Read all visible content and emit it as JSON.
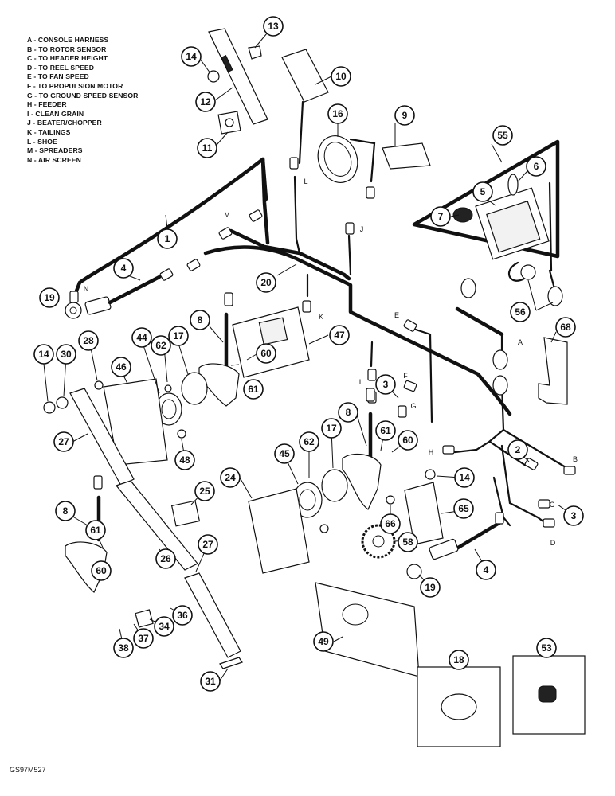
{
  "legend": [
    "A - CONSOLE HARNESS",
    "B - TO ROTOR SENSOR",
    "C - TO HEADER HEIGHT",
    "D - TO REEL SPEED",
    "E - TO FAN SPEED",
    "F - TO PROPULSION MOTOR",
    "G - TO GROUND SPEED SENSOR",
    "H - FEEDER",
    "I - CLEAN GRAIN",
    "J - BEATER/CHOPPER",
    "K - TAILINGS",
    "L - SHOE",
    "M - SPREADERS",
    "N - AIR SCREEN"
  ],
  "figure_code": "GS97M527",
  "callouts": [
    "13",
    "14",
    "12",
    "11",
    "10",
    "16",
    "9",
    "55",
    "6",
    "5",
    "7",
    "1",
    "4",
    "20",
    "19",
    "56",
    "68",
    "8",
    "47",
    "14",
    "30",
    "28",
    "46",
    "44",
    "62",
    "17",
    "60",
    "61",
    "27",
    "48",
    "3",
    "8",
    "61",
    "60",
    "2",
    "62",
    "17",
    "45",
    "24",
    "25",
    "14",
    "3",
    "65",
    "66",
    "58",
    "8",
    "61",
    "26",
    "60",
    "27",
    "36",
    "34",
    "37",
    "38",
    "31",
    "4",
    "19",
    "49",
    "18",
    "53"
  ],
  "letters": [
    "M",
    "L",
    "N",
    "J",
    "K",
    "E",
    "A",
    "I",
    "F",
    "G",
    "H",
    "C",
    "B",
    "D"
  ]
}
